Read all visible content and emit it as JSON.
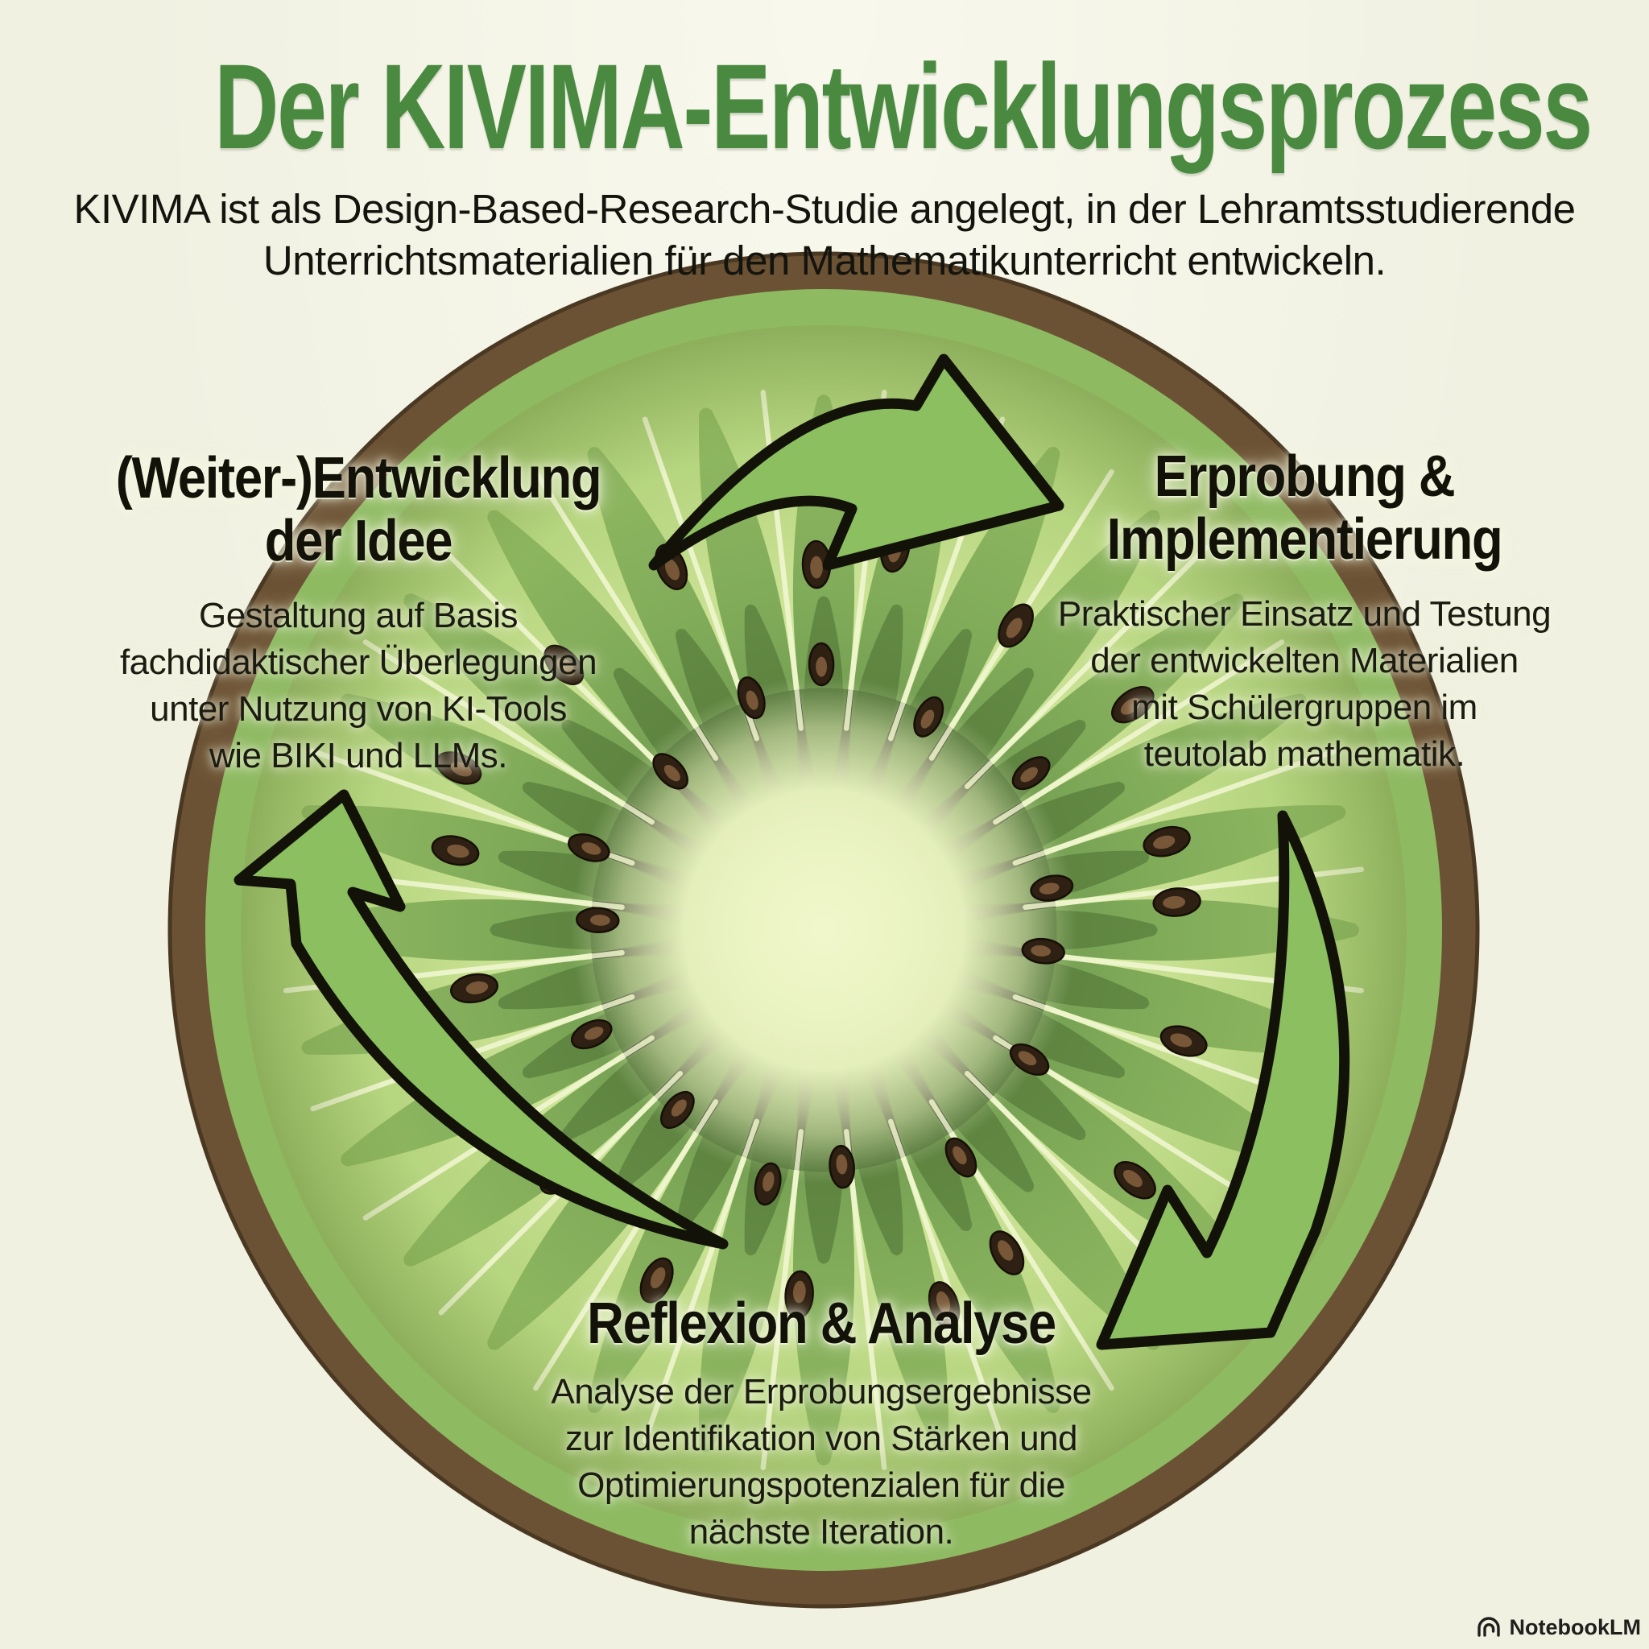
{
  "page": {
    "title": "Der KIVIMA-Entwicklungsprozess",
    "subtitle": "KIVIMA ist als Design-Based-Research-Studie angelegt, in der Lehramtsstudierende\nUnterrichtsmaterialien für den Mathematikunterricht entwickeln."
  },
  "stages": [
    {
      "id": "weiterentwicklung-der-idee",
      "title": "(Weiter-)Entwicklung\nder Idee",
      "description": "Gestaltung auf Basis\nfachdidaktischer Überlegungen\nunter Nutzung von KI-Tools\nwie BIKI und LLMs."
    },
    {
      "id": "erprobung-implementierung",
      "title": "Erprobung &\nImplementierung",
      "description": "Praktischer Einsatz und Testung\nder entwickelten Materialien\nmit Schülergruppen im\nteutolab mathematik."
    },
    {
      "id": "reflexion-analyse",
      "title": "Reflexion & Analyse",
      "description": "Analyse der Erprobungsergebnisse\nzur Identifikation von Stärken und\nOptimierungspotenzialen für die\nnächste Iteration."
    }
  ],
  "watermark": {
    "label": "NotebookLM"
  },
  "colors": {
    "background": "#f1f1e2",
    "title_green": "#4a8a40",
    "text_dark": "#14140e",
    "kiwi_skin_brown": "#6c5234",
    "kiwi_rim_green": "#8eba62",
    "kiwi_flesh_green": "#c3dc8c",
    "kiwi_core_pale": "#eef6c6",
    "kiwi_ray_green": "#5f8f43",
    "seed_brown": "#2e2012",
    "arrow_green": "#8cbf5f",
    "arrow_outline": "#121209"
  }
}
